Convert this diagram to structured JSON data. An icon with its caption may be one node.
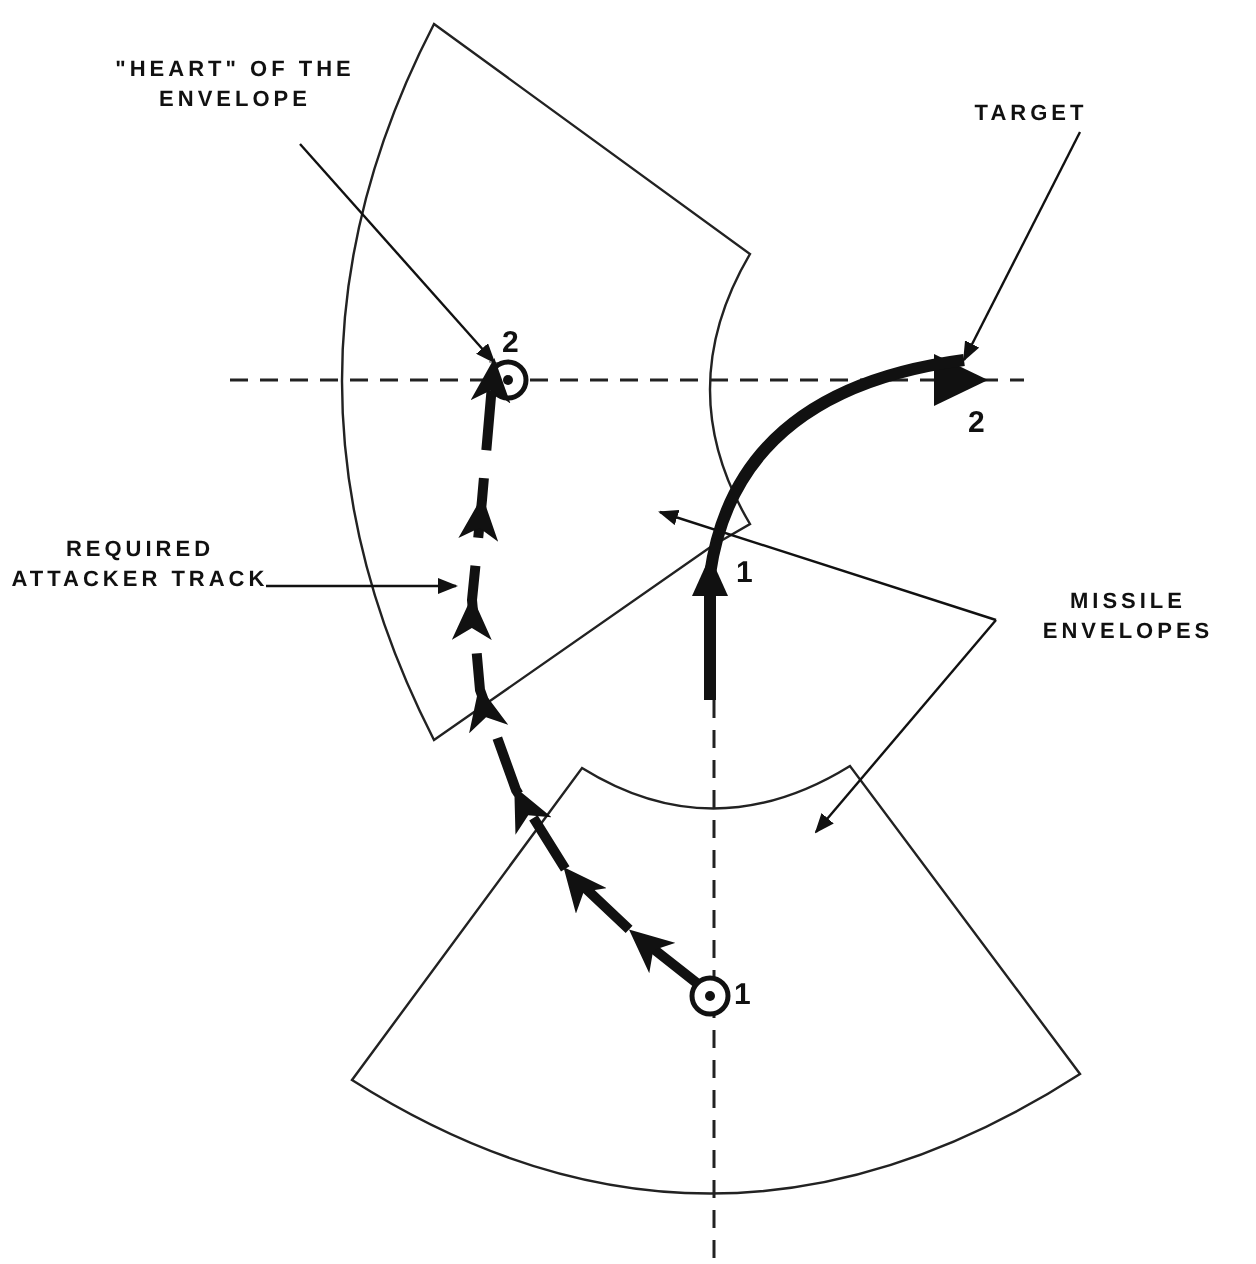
{
  "diagram": {
    "nodes": [
      {
        "text": [
          "\"HEART\" OF THE ENVELOPE"
        ]
      },
      {
        "text": [
          "TARGET"
        ]
      },
      {
        "text": [
          "REQUIRED ATTACKER TRACK"
        ]
      },
      {
        "text": [
          "MISSILE ENVELOPES"
        ]
      },
      {
        "text": [],
        "shape": "circle",
        "beside": [
          "2"
        ],
        "in": 6
      },
      {
        "text": [],
        "shape": "triangle",
        "beside": [
          "2"
        ]
      },
      {
        "text": [],
        "shape": "sector"
      },
      {
        "text": [],
        "shape": "sector"
      },
      {
        "text": [],
        "shape": "circle",
        "beside": [
          "1"
        ],
        "in": 7
      },
      {
        "text": [],
        "shape": "triangle",
        "beside": [
          "1"
        ]
      }
    ],
    "edges": [
      {
        "from": 0,
        "to": 4,
        "arrow": "to"
      },
      {
        "from": 1,
        "to": 5,
        "arrow": "to"
      },
      {
        "from": 2,
        "to": null,
        "arrow": "to"
      },
      {
        "from": 3,
        "to": 6,
        "arrow": "to"
      },
      {
        "from": 3,
        "to": 7,
        "arrow": "to"
      },
      {
        "from": 8,
        "to": 4,
        "arrow": "to",
        "style": "dashed"
      },
      {
        "from": 9,
        "to": 5,
        "arrow": "none",
        "style": "thick"
      },
      {
        "from": null,
        "to": 9,
        "arrow": "none",
        "style": "thick"
      }
    ]
  }
}
